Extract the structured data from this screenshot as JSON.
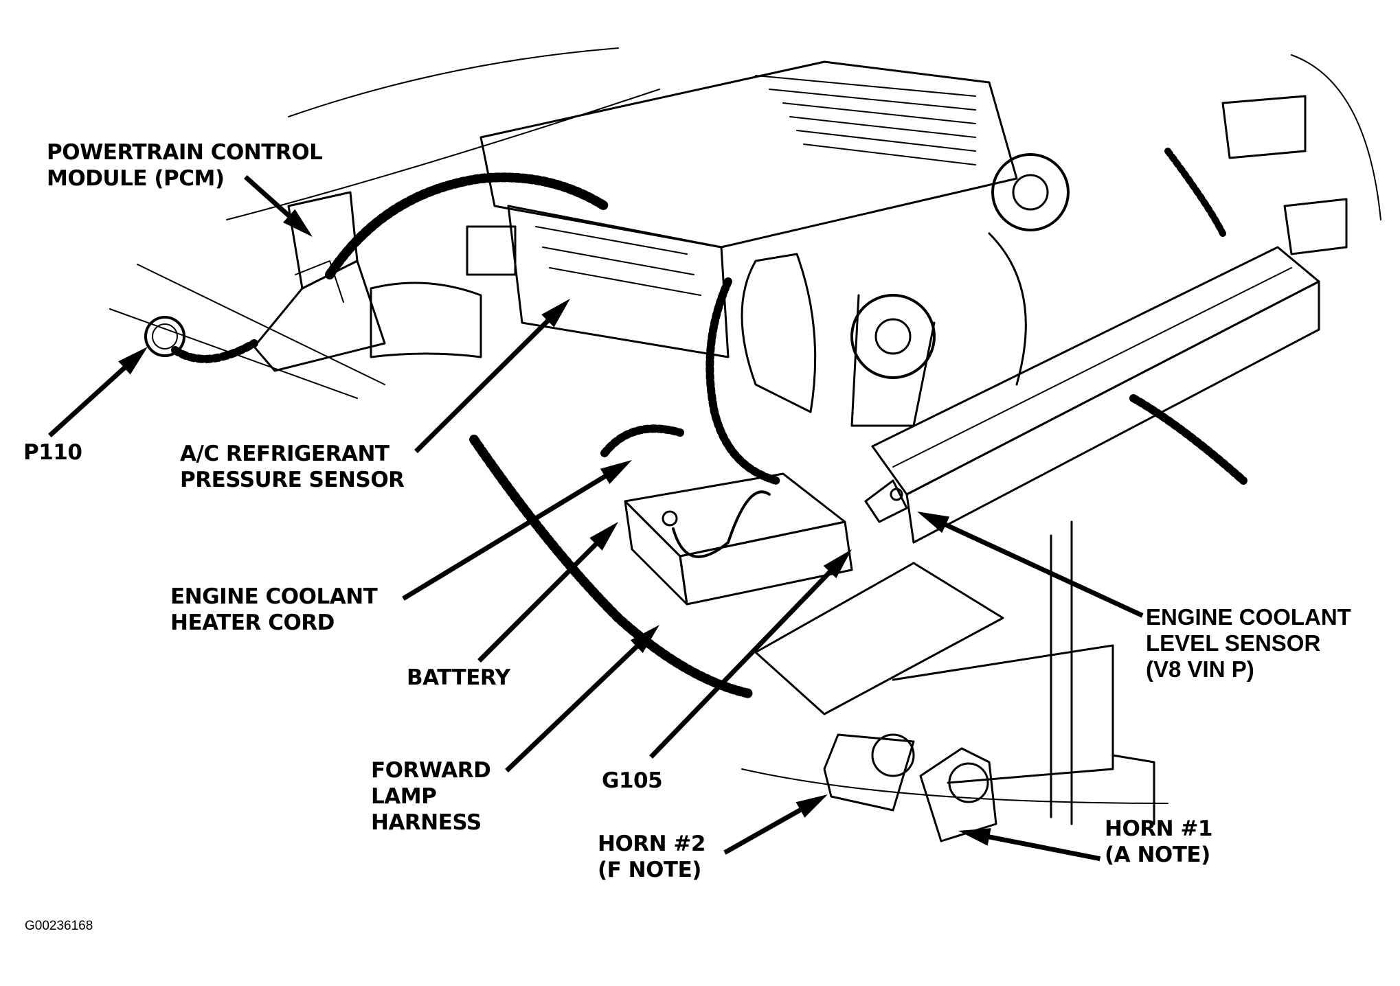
{
  "diagram": {
    "title": "Engine compartment component locator",
    "figure_id": "G00236168",
    "ink_color": "#000000",
    "background_color": "#ffffff",
    "callouts": [
      {
        "id": "pcm",
        "lines": [
          "POWERTRAIN CONTROL",
          "MODULE (PCM)"
        ]
      },
      {
        "id": "p110",
        "lines": [
          "P110"
        ]
      },
      {
        "id": "ac-sensor",
        "lines": [
          "A/C REFRIGERANT",
          "PRESSURE SENSOR"
        ]
      },
      {
        "id": "heater-cord",
        "lines": [
          "ENGINE COOLANT",
          "HEATER CORD"
        ]
      },
      {
        "id": "battery",
        "lines": [
          "BATTERY"
        ]
      },
      {
        "id": "lamp-harness",
        "lines": [
          "FORWARD",
          "LAMP",
          "HARNESS"
        ]
      },
      {
        "id": "g105",
        "lines": [
          "G105"
        ]
      },
      {
        "id": "horn2",
        "lines": [
          "HORN #2",
          "(F NOTE)"
        ]
      },
      {
        "id": "horn1",
        "lines": [
          "HORN #1",
          "(A NOTE)"
        ]
      },
      {
        "id": "coolant-level",
        "lines": [
          "ENGINE COOLANT",
          "LEVEL SENSOR",
          "(V8 VIN P)"
        ]
      }
    ]
  }
}
